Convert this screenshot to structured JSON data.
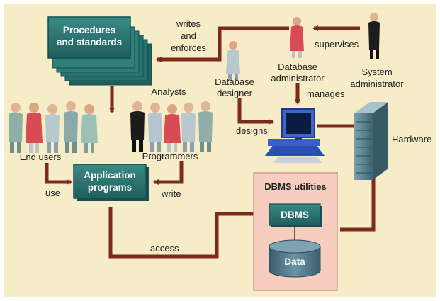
{
  "colors": {
    "background": "#f6ecc7",
    "arrow": "#7b2a1c",
    "teal_box": "#27706e",
    "teal_box_edge": "#0f4f4d",
    "dbms_panel": "#f7cdc0",
    "cylinder": "#4a6f80"
  },
  "boxes": {
    "procedures": [
      "Procedures",
      "and standards"
    ],
    "application": [
      "Application",
      "programs"
    ],
    "dbms_utilities": "DBMS utilities",
    "dbms": "DBMS",
    "data": "Data"
  },
  "labels": {
    "writes_enforces": [
      "writes",
      "and",
      "enforces"
    ],
    "supervises": "supervises",
    "database_administrator": [
      "Database",
      "administrator"
    ],
    "system_administrator": [
      "System",
      "administrator"
    ],
    "database_designer": [
      "Database",
      "designer"
    ],
    "analysts": "Analysts",
    "manages": "manages",
    "designs": "designs",
    "hardware": "Hardware",
    "end_users": "End users",
    "programmers": "Programmers",
    "use": "use",
    "write": "write",
    "access": "access"
  },
  "icons": {
    "people": "person-figure-icon",
    "computer": "computer-workstation-icon",
    "server": "server-tower-icon",
    "database": "database-cylinder-icon"
  }
}
